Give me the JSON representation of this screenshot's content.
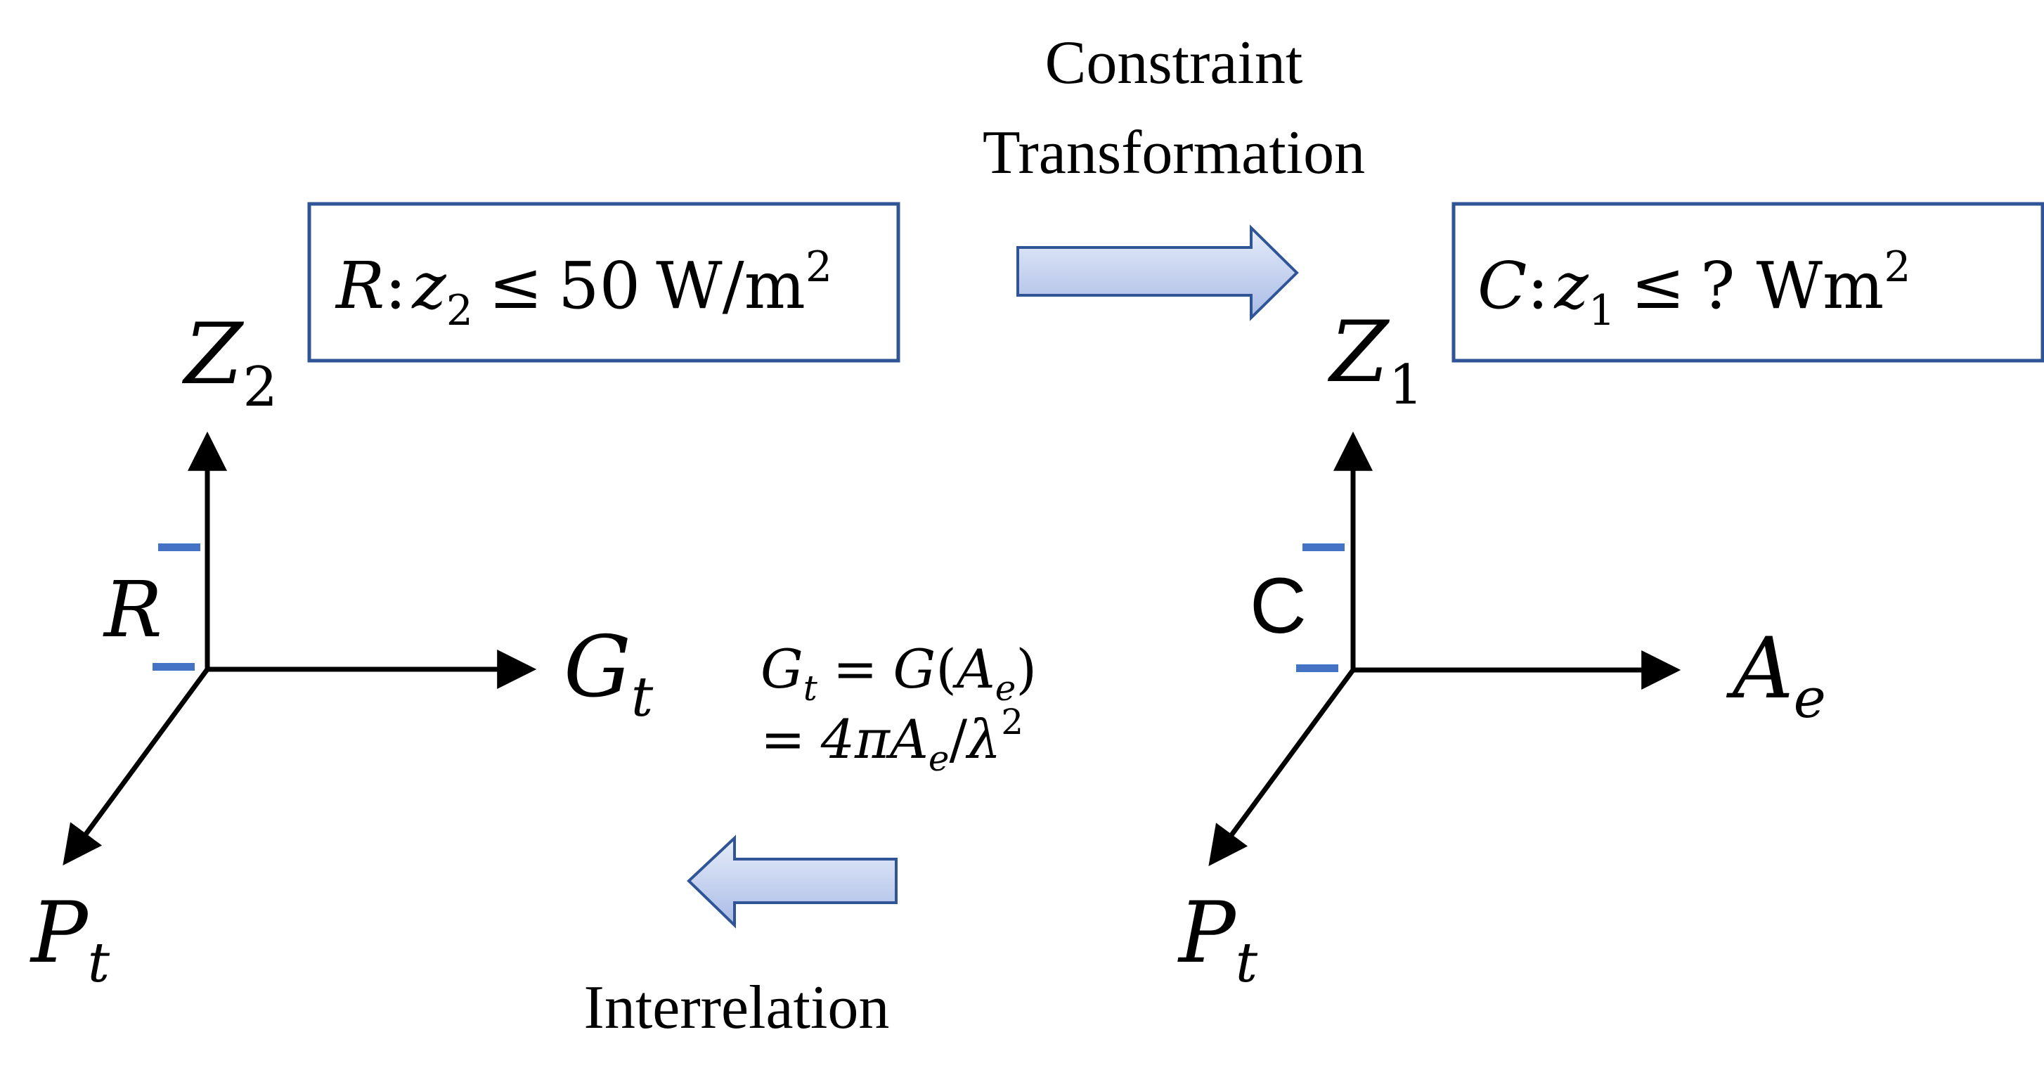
{
  "header": {
    "line1": "Constraint",
    "line2": "Transformation"
  },
  "footer": {
    "label": "Interrelation"
  },
  "left_box": {
    "symbol": "R",
    "colon": ":",
    "var": "z",
    "sub": "2",
    "relation": "≤",
    "value": "50",
    "unit": "W/m",
    "unit_sup": "2"
  },
  "right_box": {
    "symbol": "C",
    "colon": ":",
    "var": "z",
    "sub": "1",
    "relation": "≤",
    "value": "?",
    "unit": "Wm",
    "unit_sup": "2"
  },
  "left_axes": {
    "z_label": "Z",
    "z_sub": "2",
    "x_label": "G",
    "x_sub": "t",
    "p_label": "P",
    "p_sub": "t",
    "range_label": "R"
  },
  "right_axes": {
    "z_label": "Z",
    "z_sub": "1",
    "x_label": "A",
    "x_sub": "e",
    "p_label": "P",
    "p_sub": "t",
    "range_label": "C"
  },
  "formula": {
    "lhs": "G",
    "lhs_sub": "t",
    "eq": "=",
    "func": "G",
    "arg": "A",
    "arg_sub": "e",
    "eq2": "=",
    "coef": "4π",
    "numer": "A",
    "numer_sub": "e",
    "slash": "/",
    "denom": "λ",
    "denom_sup": "2"
  },
  "colors": {
    "box_border": "#2f5597",
    "tick_marker": "#4472c4",
    "arrow_fill_light": "#e6ecf9",
    "arrow_fill_dark": "#a9bbe6",
    "arrow_stroke": "#2f5597",
    "axis": "#000000"
  }
}
